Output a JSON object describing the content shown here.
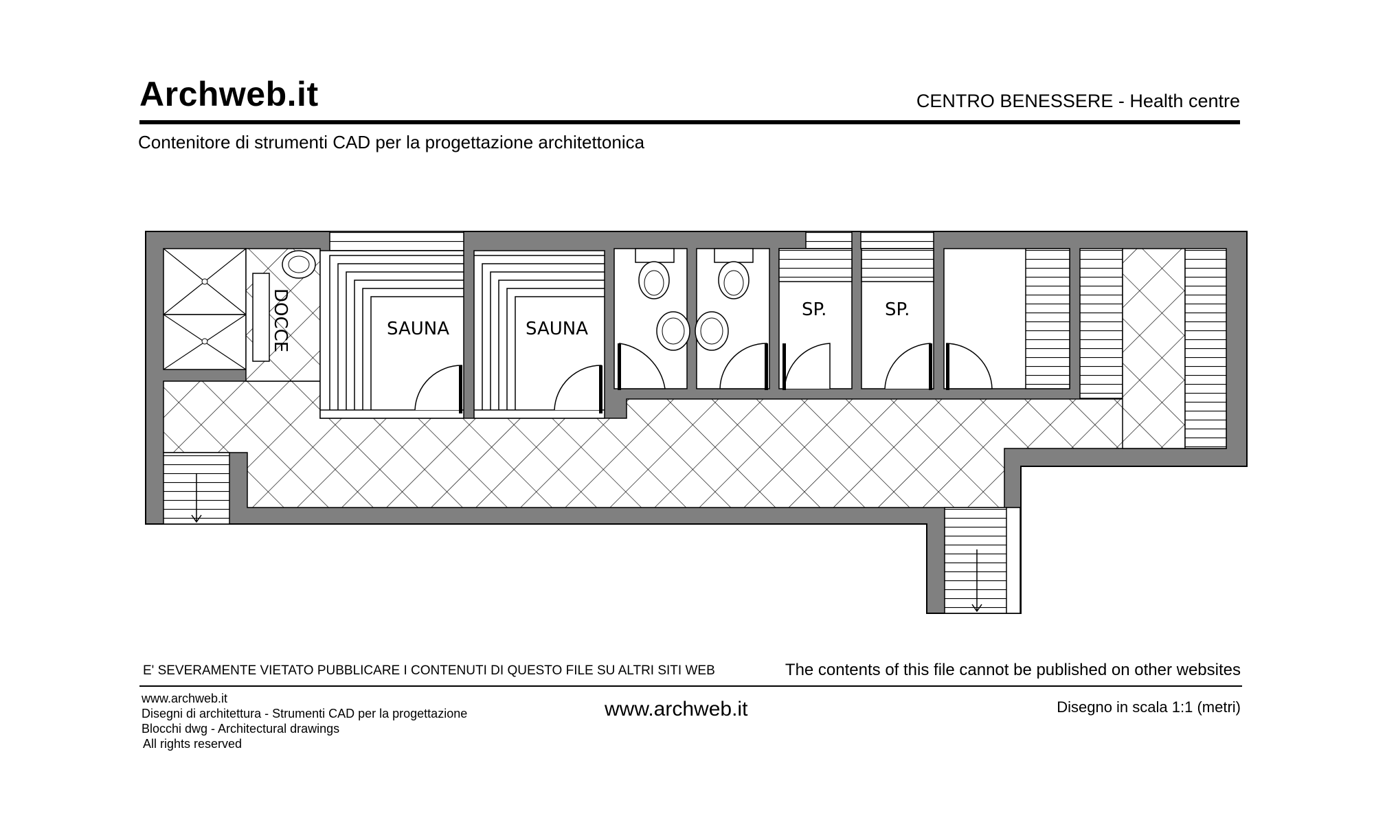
{
  "header": {
    "brand": "Archweb.it",
    "drawing_title": "CENTRO BENESSERE  -  Health centre",
    "subtitle": "Contenitore di strumenti CAD per la progettazione architettonica"
  },
  "plan": {
    "room_labels": {
      "sauna_1": "SAUNA",
      "sauna_2": "SAUNA",
      "showers": "DOCCE",
      "locker_1": "SP.",
      "locker_2": "SP."
    },
    "colors": {
      "wall": "#808080",
      "line": "#000000",
      "floor": "#ffffff"
    }
  },
  "footer": {
    "warning_it": "E' SEVERAMENTE VIETATO PUBBLICARE I CONTENUTI DI QUESTO FILE SU ALTRI SITI WEB",
    "warning_en": "The contents of this file cannot be published on other websites",
    "line1": "www.archweb.it",
    "line2": "Disegni di architettura - Strumenti CAD  per la progettazione",
    "line3": "Blocchi dwg - Architectural drawings",
    "line4": "All rights reserved",
    "url": "www.archweb.it",
    "scale": "Disegno in scala 1:1 (metri)"
  }
}
